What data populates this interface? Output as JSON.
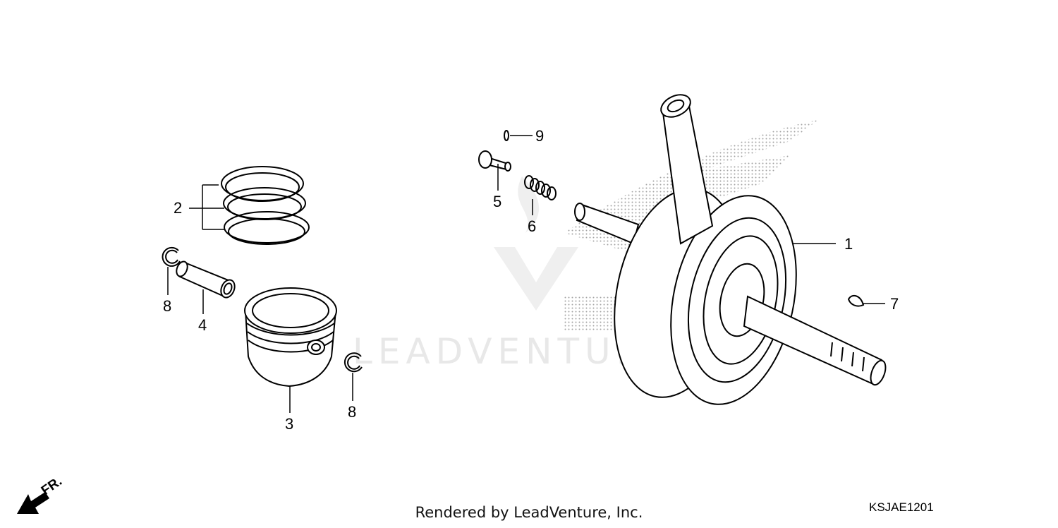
{
  "diagram": {
    "callouts": [
      {
        "id": "1",
        "label": "1"
      },
      {
        "id": "2",
        "label": "2"
      },
      {
        "id": "3",
        "label": "3"
      },
      {
        "id": "4",
        "label": "4"
      },
      {
        "id": "5",
        "label": "5"
      },
      {
        "id": "6",
        "label": "6"
      },
      {
        "id": "7",
        "label": "7"
      },
      {
        "id": "8a",
        "label": "8"
      },
      {
        "id": "8b",
        "label": "8"
      },
      {
        "id": "9",
        "label": "9"
      }
    ],
    "direction_label": "FR.",
    "figure_code": "KSJAE1201",
    "footer": "Rendered by LeadVenture, Inc.",
    "watermark": "LEADVENTURE"
  }
}
